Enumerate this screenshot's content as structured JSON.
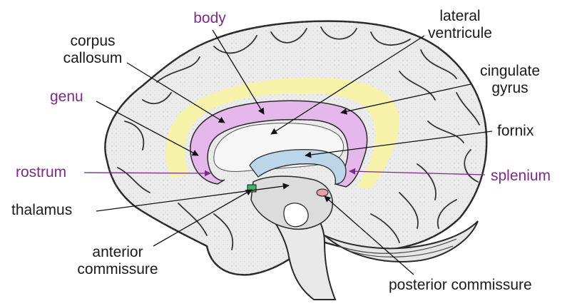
{
  "colors": {
    "corpus_callosum": "#e4b8ea",
    "cingulate_gyrus": "#f7f2a6",
    "fornix": "#bcd5e8",
    "anterior_commissure": "#3bb56b",
    "posterior_commissure": "#e8a0a8",
    "purple_label": "#7a2b86",
    "black_label": "#1a1a1a",
    "brain_fill": "#ededed",
    "brain_outline": "#2a2a2a"
  },
  "labels": {
    "body": "body",
    "corpus_callosum_1": "corpus",
    "corpus_callosum_2": "callosum",
    "lateral_ventricle_1": "lateral",
    "lateral_ventricle_2": "ventricule",
    "cingulate_gyrus_1": "cingulate",
    "cingulate_gyrus_2": "gyrus",
    "genu": "genu",
    "fornix": "fornix",
    "rostrum": "rostrum",
    "splenium": "splenium",
    "thalamus": "thalamus",
    "anterior_commissure_1": "anterior",
    "anterior_commissure_2": "commissure",
    "posterior_commissure": "posterior commissure"
  }
}
